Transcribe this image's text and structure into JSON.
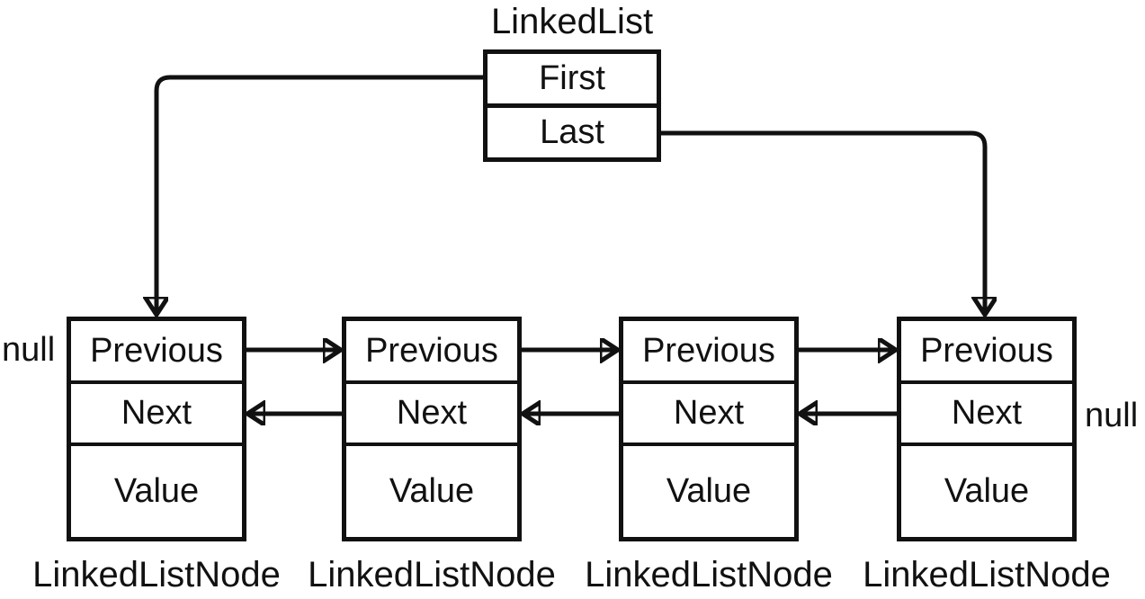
{
  "diagram": {
    "title": "LinkedList",
    "list_fields": [
      "First",
      "Last"
    ],
    "node_fields": [
      "Previous",
      "Next",
      "Value"
    ],
    "node_class_label": "LinkedListNode",
    "null_left": "null",
    "null_right": "null",
    "node_count": 4,
    "colors": {
      "ink": "#111111",
      "background": "#ffffff"
    },
    "edges": [
      {
        "from": "LinkedList.First",
        "to": "node1.top",
        "direction": "down"
      },
      {
        "from": "LinkedList.Last",
        "to": "node4.top",
        "direction": "down"
      },
      {
        "row": "Previous",
        "between": "node1-node2",
        "direction": "right"
      },
      {
        "row": "Previous",
        "between": "node2-node3",
        "direction": "right"
      },
      {
        "row": "Previous",
        "between": "node3-node4",
        "direction": "right"
      },
      {
        "row": "Next",
        "between": "node2-node1",
        "direction": "left"
      },
      {
        "row": "Next",
        "between": "node3-node2",
        "direction": "left"
      },
      {
        "row": "Next",
        "between": "node4-node3",
        "direction": "left"
      },
      {
        "label": "null",
        "attached_to": "node1.Previous",
        "side": "left"
      },
      {
        "label": "null",
        "attached_to": "node4.Next",
        "side": "right"
      }
    ]
  }
}
